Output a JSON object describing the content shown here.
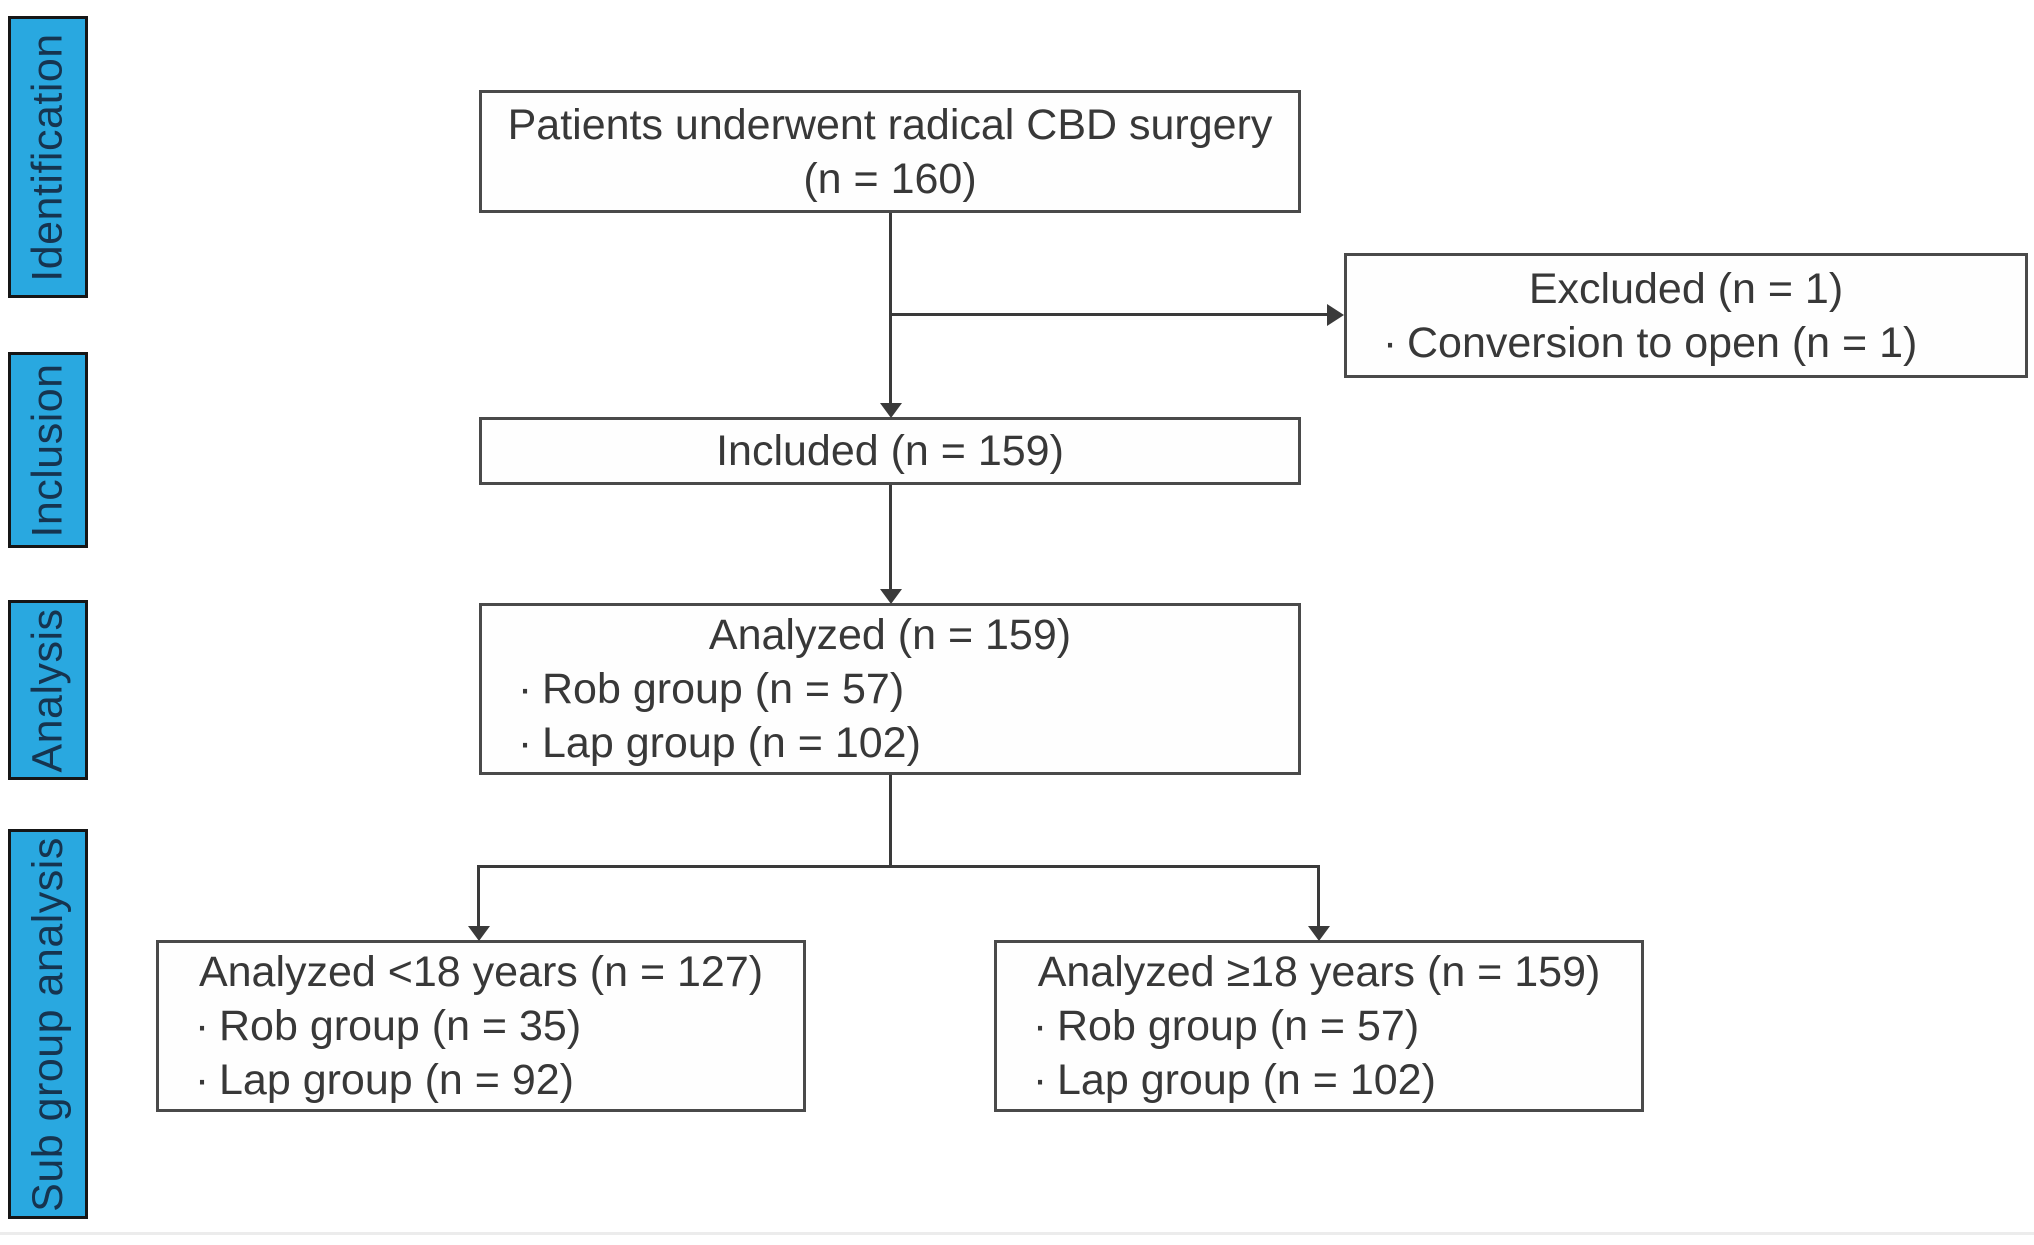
{
  "stages": [
    {
      "label": "Identification"
    },
    {
      "label": "Inclusion"
    },
    {
      "label": "Analysis"
    },
    {
      "label": "Sub group analysis"
    }
  ],
  "boxes": {
    "top": {
      "line1": "Patients underwent radical CBD surgery",
      "line2": "(n = 160)"
    },
    "excluded": {
      "title": "Excluded (n = 1)",
      "bullets": [
        "Conversion to open (n = 1)"
      ]
    },
    "included": {
      "title": "Included (n = 159)"
    },
    "analyzed": {
      "title": "Analyzed (n = 159)",
      "bullets": [
        "Rob group (n = 57)",
        "Lap group (n = 102)"
      ]
    },
    "subgroup_left": {
      "title": "Analyzed <18 years (n = 127)",
      "bullets": [
        "Rob group (n = 35)",
        "Lap group (n = 92)"
      ]
    },
    "subgroup_right": {
      "title": "Analyzed ≥18 years (n = 159)",
      "bullets": [
        "Rob group (n = 57)",
        "Lap group (n = 102)"
      ]
    }
  },
  "bullet_char": "·",
  "colors": {
    "stage_fill": "#29a8e0",
    "stage_text": "#16344f",
    "box_border": "#4a4a4a",
    "line": "#3a3a3a"
  }
}
